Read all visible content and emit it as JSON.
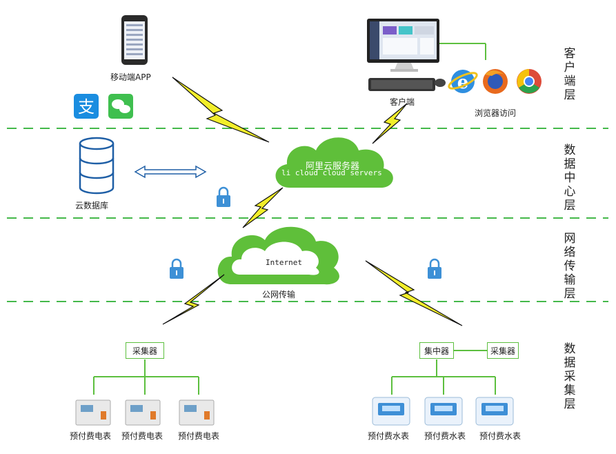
{
  "layers": [
    "客户端层",
    "数据中心层",
    "网络传输层",
    "数据采集层"
  ],
  "client": {
    "mobile_label": "移动端APP",
    "pc_label": "客户端",
    "browser_label": "浏览器访问"
  },
  "cloud_service": {
    "title": "阿里云服务器",
    "subtitle": "li cloud  cloud servers"
  },
  "database_label": "云数据库",
  "network": {
    "cloud_text": "Internet",
    "label": "公网传输"
  },
  "collect": {
    "collector_left": "采集器",
    "concentrator": "集中器",
    "collector_right": "采集器",
    "electric_meters": [
      "预付费电表",
      "预付费电表",
      "预付费电表"
    ],
    "water_meters": [
      "预付费水表",
      "预付费水表",
      "预付费水表"
    ]
  },
  "colors": {
    "dash": "#44b84a",
    "tree": "#5cbf3e",
    "cloud": "#5fbf3a",
    "bolt": "#f2ee2a",
    "lock": "#3d90d6"
  }
}
